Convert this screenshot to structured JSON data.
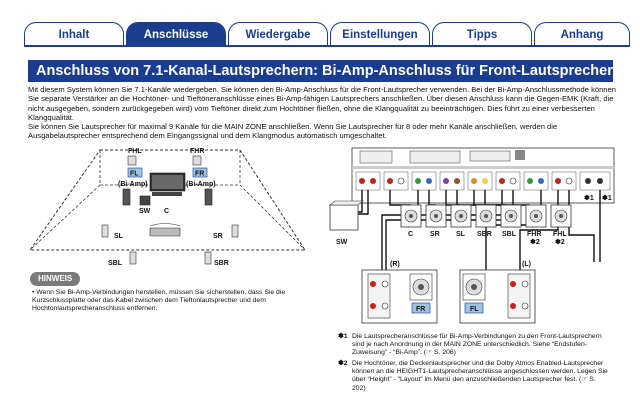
{
  "tabs": [
    "Inhalt",
    "Anschlüsse",
    "Wiedergabe",
    "Einstellungen",
    "Tipps",
    "Anhang"
  ],
  "active_tab": "Anschlüsse",
  "page_title": "Anschluss von 7.1-Kanal-Lautsprechern: Bi-Amp-Anschluss für Front-Lautsprecher",
  "intro_paragraph": "Mit diesem System können Sie 7.1-Kanäle wiedergeben. Sie können den Bi-Amp-Anschluss für die Front-Lautsprecher verwenden. Bei der Bi-Amp-Anschlussmethode können Sie separate Verstärker an die Hochtöner- und Tieftöneranschlüsse eines Bi-Amp-fähigen Lautsprechers anschließen. Über diesen Anschluss kann die Gegen-EMK (Kraft, die nicht ausgegeben, sondern zurückgegeben wird) vom Tieftöner direkt zum Hochtöner fließen, ohne die Klangqualität zu beeinträchtigen. Dies führt zu einer verbesserten Klangqualität.",
  "second_paragraph": "Sie können Sie Lautsprecher für maximal 9 Kanäle für die MAIN ZONE anschließen. Wenn Sie Lautsprecher für 8 oder mehr Kanäle anschließen, werden die Ausgabelautsprecher entsprechend dem Eingangssignal und dem Klangmodus automatisch umgeschaltet.",
  "room_diagram": {
    "labels": {
      "fhl": "FHL",
      "fhr": "FHR",
      "fl": "FL",
      "fr": "FR",
      "bi_amp_left": "(Bi-Amp)",
      "bi_amp_right": "(Bi-Amp)",
      "sw": "SW",
      "c": "C",
      "sl": "SL",
      "sr": "SR",
      "sbl": "SBL",
      "sbr": "SBR"
    }
  },
  "wiring_diagram": {
    "sw": "SW",
    "speaker_labels": [
      "C",
      "SR",
      "SL",
      "SBR",
      "SBL",
      "FHR",
      "FHL"
    ],
    "footnote_refs": {
      "fhr": "✽2",
      "fhl": "✽2",
      "right_a": "✽1",
      "right_b": "✽1"
    },
    "right_speaker": {
      "channel": "(R)",
      "tag": "FR"
    },
    "left_speaker": {
      "channel": "(L)",
      "tag": "FL"
    }
  },
  "colors": {
    "brand": "#1b3d8f",
    "fr_tag": "#9fc4e0",
    "terminal_red": "#c81e1e",
    "terminal_white": "#ffffff",
    "terminal_green": "#2f9a43",
    "terminal_blue": "#2f6fc0",
    "terminal_purple": "#7d3f98",
    "terminal_brown": "#8a5a2b",
    "terminal_orange": "#e0862a",
    "terminal_yellow": "#e8d33a"
  },
  "hinweis": {
    "badge": "HINWEIS",
    "text": "• Wenn Sie Bi-Amp-Verbindungen herstellen, müssen Sie sicherstellen, dass Sie die Kurzschlussplatte oder das Kabel zwischen dem Tieftonlautsprecher und dem Hochtonlautsprecheranschluss entfernen."
  },
  "footnotes": [
    {
      "mark": "✽1",
      "text": "Die Lautsprecheranschlüsse für Bi-Amp-Verbindungen zu den Front-Lautsprechern sind je nach Anordnung in der MAIN ZONE unterschiedlich. Siehe “Endstufen-Zuweisung” - “Bi-Amp”. (☞ S. 206)"
    },
    {
      "mark": "✽2",
      "text": "Die Hochtöner, die Deckenlautsprecher und die Dolby Atmos Enabled-Lautsprecher können an die HEIGHT1-Lautsprecheranschlüsse angeschlossen werden. Legen Sie über “Height” - “Layout” im Menü den anzuschließenden Lautsprecher fest. (☞ S. 202)"
    }
  ]
}
